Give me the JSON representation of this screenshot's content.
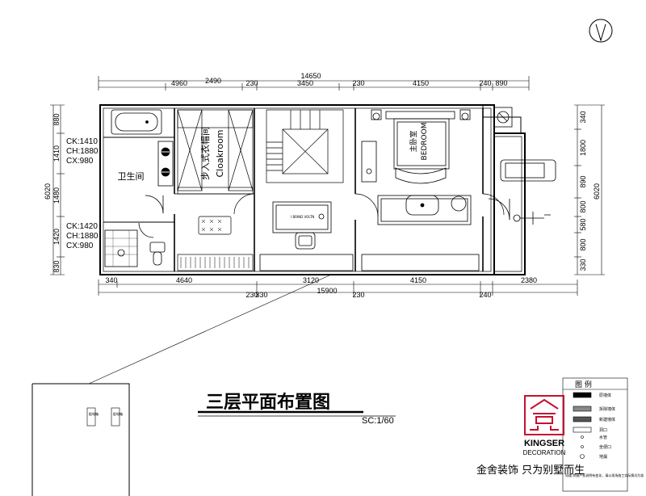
{
  "title": "三层平面布置图",
  "scale": "SC:1/60",
  "top_dims": {
    "total": "14650",
    "segments": [
      "4960",
      "2490",
      "230",
      "3450",
      "230",
      "4150",
      "240",
      "890"
    ]
  },
  "bottom_dims": {
    "segments": [
      "340",
      "4640",
      "3120",
      "4150",
      "2380"
    ],
    "sub": [
      "230",
      "330",
      "230",
      "240"
    ],
    "total": "15900"
  },
  "left_dims": {
    "total": "6020",
    "segments": [
      "880",
      "1410",
      "1480",
      "1420",
      "830"
    ]
  },
  "right_dims": {
    "total": "6020",
    "segments": [
      "340",
      "1800",
      "890",
      "800",
      "580",
      "800",
      "330"
    ]
  },
  "ceiling_specs": [
    {
      "ck": "CK:1410",
      "ch": "CH:1880",
      "cx": "CX:980"
    },
    {
      "ck": "CK:1420",
      "ch": "CH:1880",
      "cx": "CX:980"
    }
  ],
  "rooms": {
    "bathroom": "卫生间",
    "cloakroom_cn": "步入式衣帽间",
    "cloakroom_en": "Cloakroom",
    "bedroom_cn": "主卧室",
    "bedroom_en": "BEDROOM"
  },
  "small_labels": {
    "desk": "I BRIND VOLTN",
    "panel_a": "配电箱",
    "panel_b": "配电箱"
  },
  "legend": {
    "title": "图 例",
    "items": [
      "原墙体",
      "拆除墙体",
      "新建墙体",
      "洞口",
      "水管",
      "坐便口",
      "地漏"
    ],
    "note": "如遇 房屋产权说明有变化，请以现场施工实际情况为准"
  },
  "brand": {
    "name": "KINGSER",
    "sub": "DECORATION",
    "slogan": "金舍装饰 只为别墅而生",
    "color": "#c8102e"
  }
}
